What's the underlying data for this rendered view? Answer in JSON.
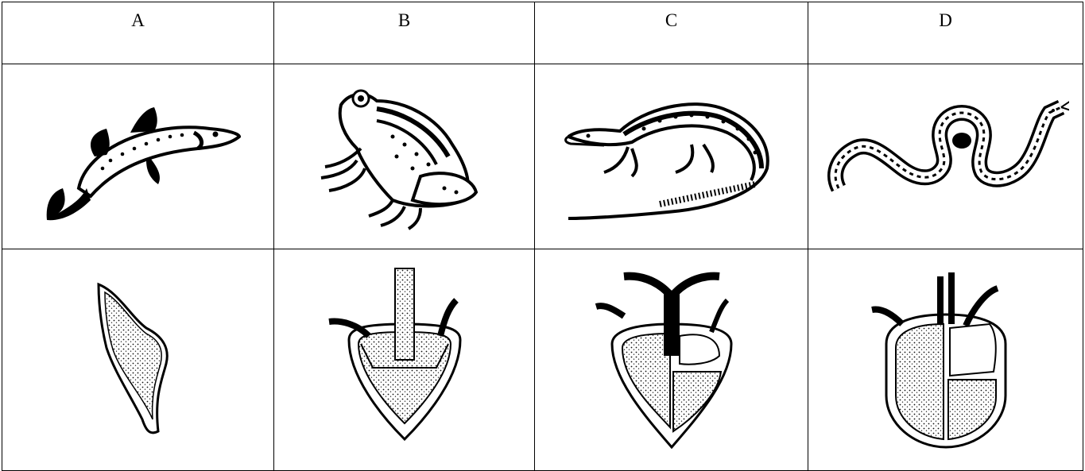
{
  "columns": [
    {
      "label": "A",
      "animal_icon": "fish-icon",
      "heart_icon": "fish-heart-icon"
    },
    {
      "label": "B",
      "animal_icon": "frog-icon",
      "heart_icon": "amphibian-heart-icon"
    },
    {
      "label": "C",
      "animal_icon": "lizard-icon",
      "heart_icon": "reptile-heart-icon"
    },
    {
      "label": "D",
      "animal_icon": "snake-icon",
      "heart_icon": "four-chamber-heart-icon"
    }
  ]
}
